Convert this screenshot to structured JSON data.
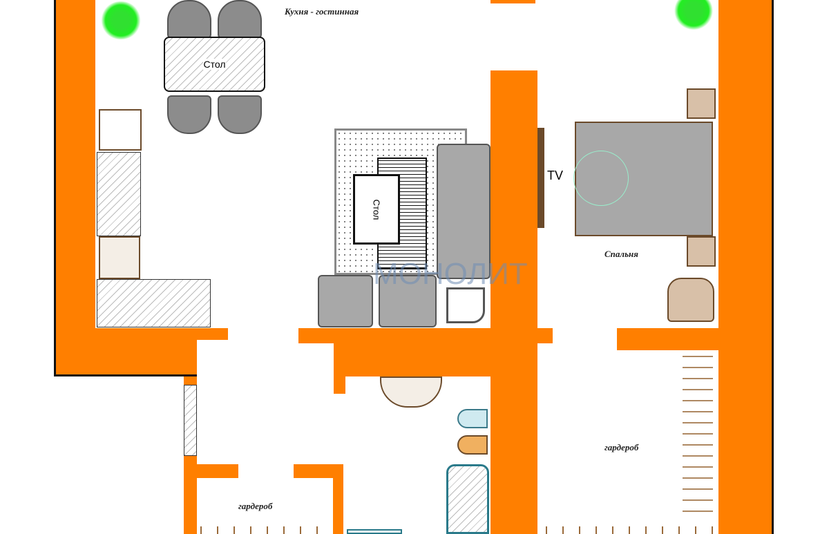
{
  "labels": {
    "kitchen_living": "Кухня - гостинная",
    "dining_table": "Стол",
    "coffee_table": "Стол",
    "tv": "TV",
    "bedroom": "Спальня",
    "wardrobe_right": "гардероб",
    "wardrobe_left": "гардероб"
  },
  "watermark": "МОНОЛИТ",
  "colors": {
    "wall": "#ff7f00",
    "furniture": "#a8a8a8",
    "plant": "#22ee22"
  }
}
